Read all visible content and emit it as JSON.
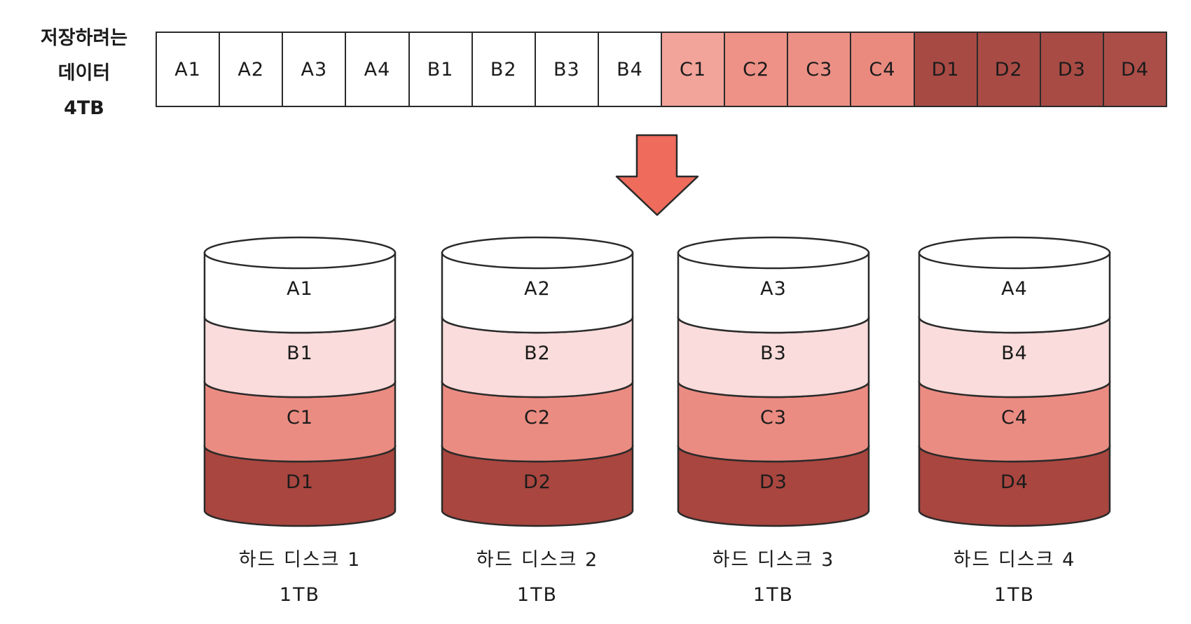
{
  "source_label": [
    "저장하려는",
    "데이터",
    "4TB"
  ],
  "strip": {
    "cells": [
      {
        "label": "A1",
        "color": "#ffffff"
      },
      {
        "label": "A2",
        "color": "#ffffff"
      },
      {
        "label": "A3",
        "color": "#ffffff"
      },
      {
        "label": "A4",
        "color": "#ffffff"
      },
      {
        "label": "B1",
        "color": "#ffffff"
      },
      {
        "label": "B2",
        "color": "#ffffff"
      },
      {
        "label": "B3",
        "color": "#ffffff"
      },
      {
        "label": "B4",
        "color": "#ffffff"
      },
      {
        "label": "C1",
        "color": "#f2a39a"
      },
      {
        "label": "C2",
        "color": "#ee9186"
      },
      {
        "label": "C3",
        "color": "#ec9085"
      },
      {
        "label": "C4",
        "color": "#ea8a7f"
      },
      {
        "label": "D1",
        "color": "#a84a44"
      },
      {
        "label": "D2",
        "color": "#a94b45"
      },
      {
        "label": "D3",
        "color": "#a84b44"
      },
      {
        "label": "D4",
        "color": "#ab4e48"
      }
    ]
  },
  "arrow_color": "#ef6b5c",
  "layer_colors": {
    "A": {
      "side": "#ffffff",
      "top": "#ffffff"
    },
    "B": {
      "side": "#f9dcdb",
      "top": "#fce8e6"
    },
    "C": {
      "side": "#eb8c82",
      "top": "#f3aca4"
    },
    "D": {
      "side": "#a8463f",
      "top": "#8f3832"
    }
  },
  "disks": [
    {
      "name": "하드 디스크 1",
      "capacity": "1TB",
      "blocks": [
        "A1",
        "B1",
        "C1",
        "D1"
      ]
    },
    {
      "name": "하드 디스크 2",
      "capacity": "1TB",
      "blocks": [
        "A2",
        "B2",
        "C2",
        "D2"
      ]
    },
    {
      "name": "하드 디스크 3",
      "capacity": "1TB",
      "blocks": [
        "A3",
        "B3",
        "C3",
        "D3"
      ]
    },
    {
      "name": "하드 디스크 4",
      "capacity": "1TB",
      "blocks": [
        "A4",
        "B4",
        "C4",
        "D4"
      ]
    }
  ]
}
